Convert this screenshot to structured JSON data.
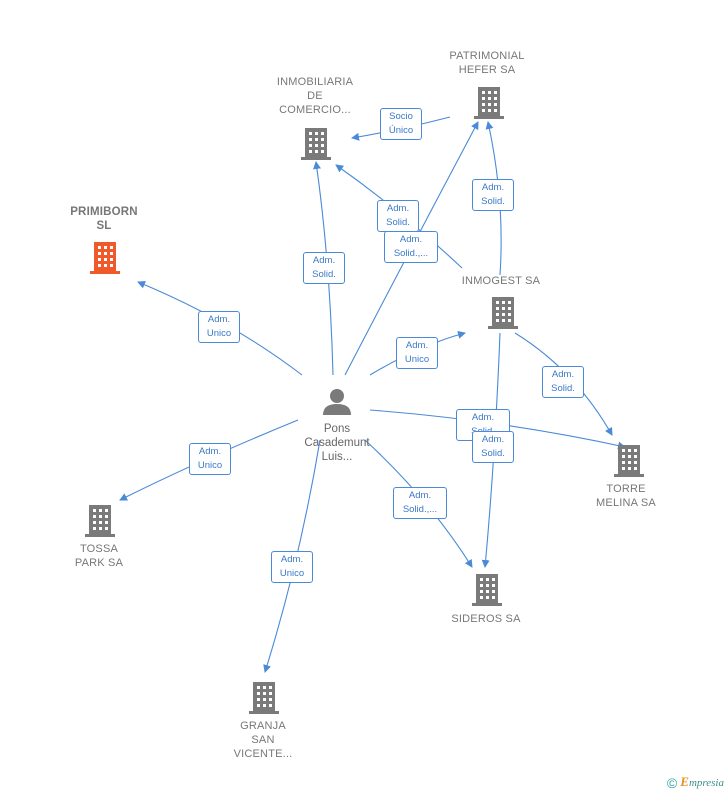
{
  "nodes": [
    {
      "id": "inmobiliaria",
      "lines": [
        "INMOBILIARIA",
        "DE",
        "COMERCIO..."
      ],
      "color": "#7a7a7a"
    },
    {
      "id": "patrimonial",
      "lines": [
        "PATRIMONIAL",
        "HEFER SA"
      ],
      "color": "#7a7a7a"
    },
    {
      "id": "primiborn",
      "lines": [
        "PRIMIBORN",
        "SL"
      ],
      "color": "#f05a2a",
      "main": true
    },
    {
      "id": "inmogest",
      "lines": [
        "INMOGEST SA"
      ],
      "color": "#7a7a7a"
    },
    {
      "id": "torre",
      "lines": [
        "TORRE",
        "MELINA SA"
      ],
      "color": "#7a7a7a"
    },
    {
      "id": "tossa",
      "lines": [
        "TOSSA",
        "PARK SA"
      ],
      "color": "#7a7a7a"
    },
    {
      "id": "sideros",
      "lines": [
        "SIDEROS SA"
      ],
      "color": "#7a7a7a"
    },
    {
      "id": "granja",
      "lines": [
        "GRANJA",
        "SAN",
        "VICENTE..."
      ],
      "color": "#7a7a7a"
    }
  ],
  "person": {
    "lines": [
      "Pons",
      "Casademunt",
      "Luis..."
    ]
  },
  "edges": [
    {
      "id": "e1",
      "lines": [
        "Socio",
        "Único"
      ]
    },
    {
      "id": "e2",
      "lines": [
        "Adm.",
        "Solid."
      ]
    },
    {
      "id": "e3",
      "lines": [
        "Adm.",
        "Solid."
      ]
    },
    {
      "id": "e4",
      "lines": [
        "Adm.",
        "Solid.,..."
      ]
    },
    {
      "id": "e5",
      "lines": [
        "Adm.",
        "Solid."
      ]
    },
    {
      "id": "e6",
      "lines": [
        "Adm.",
        "Unico"
      ]
    },
    {
      "id": "e7",
      "lines": [
        "Adm.",
        "Unico"
      ]
    },
    {
      "id": "e8",
      "lines": [
        "Adm.",
        "Solid."
      ]
    },
    {
      "id": "e9",
      "lines": [
        "Adm.",
        "Solid."
      ]
    },
    {
      "id": "e10",
      "lines": [
        "Adm.",
        "Solid."
      ]
    },
    {
      "id": "e11",
      "lines": [
        "Adm.",
        "Unico"
      ]
    },
    {
      "id": "e12",
      "lines": [
        "Adm.",
        "Solid.,..."
      ]
    },
    {
      "id": "e13",
      "lines": [
        "Adm.",
        "Unico"
      ]
    }
  ],
  "colors": {
    "edge": "#4a8ad8",
    "building": "#7a7a7a",
    "highlight": "#f05a2a"
  },
  "footer": {
    "copyright": "©",
    "brand_first": "E",
    "brand_rest": "mpresia"
  }
}
